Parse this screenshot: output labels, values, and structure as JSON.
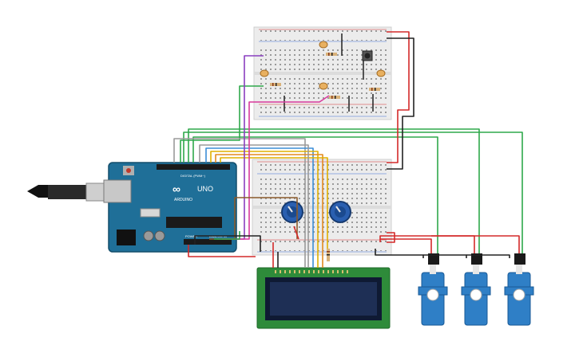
{
  "arduino": {
    "brand": "ARDUINO",
    "model": "UNO",
    "header_digital": "DIGITAL (PWM~)",
    "header_power": "POWER",
    "header_analog": "ANALOG IN"
  },
  "components": {
    "breadboards": 2,
    "lcd": "16x2 LCD",
    "potentiometers": 2,
    "servos": 3,
    "photoresistors": 4,
    "pushbuttons": 1
  },
  "colors": {
    "breadboard": "#ededed",
    "arduino": "#1f6f98",
    "lcd_pcb": "#2e8b3a",
    "lcd_screen": "#1e2f55",
    "servo": "#2f7fc6",
    "pot": "#2a5fb0",
    "wire_red": "#d42a2a",
    "wire_black": "#222222",
    "wire_green": "#2fa84b",
    "wire_blue": "#3b8ed6",
    "wire_yellow": "#e0b000",
    "wire_orange": "#e38a1e",
    "wire_purple": "#8a3ec0",
    "wire_pink": "#d9399c",
    "wire_gray": "#9a9a9a",
    "wire_brown": "#8a5a2b"
  }
}
